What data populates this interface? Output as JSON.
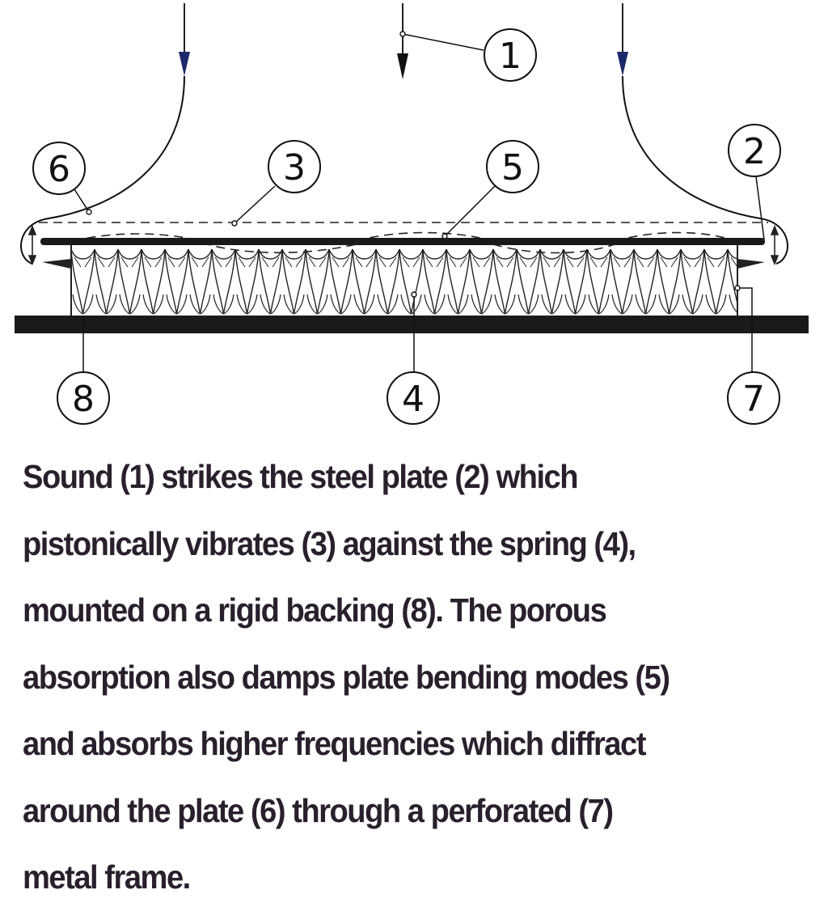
{
  "callouts": {
    "c1": "1",
    "c2": "2",
    "c3": "3",
    "c4": "4",
    "c5": "5",
    "c6": "6",
    "c7": "7",
    "c8": "8"
  },
  "caption_lines": [
    "Sound (1) strikes the steel plate (2) which",
    "pistonically vibrates (3) against the spring (4),",
    "mounted on a rigid backing (8).  The porous",
    "absorption also damps plate bending modes (5)",
    "and absorbs higher frequencies which diffract",
    "around the plate (6) through a perforated (7)",
    "metal frame."
  ],
  "colors": {
    "arrow": "#1c2a6b",
    "ink": "#111111",
    "caption": "#2a1f2d"
  }
}
